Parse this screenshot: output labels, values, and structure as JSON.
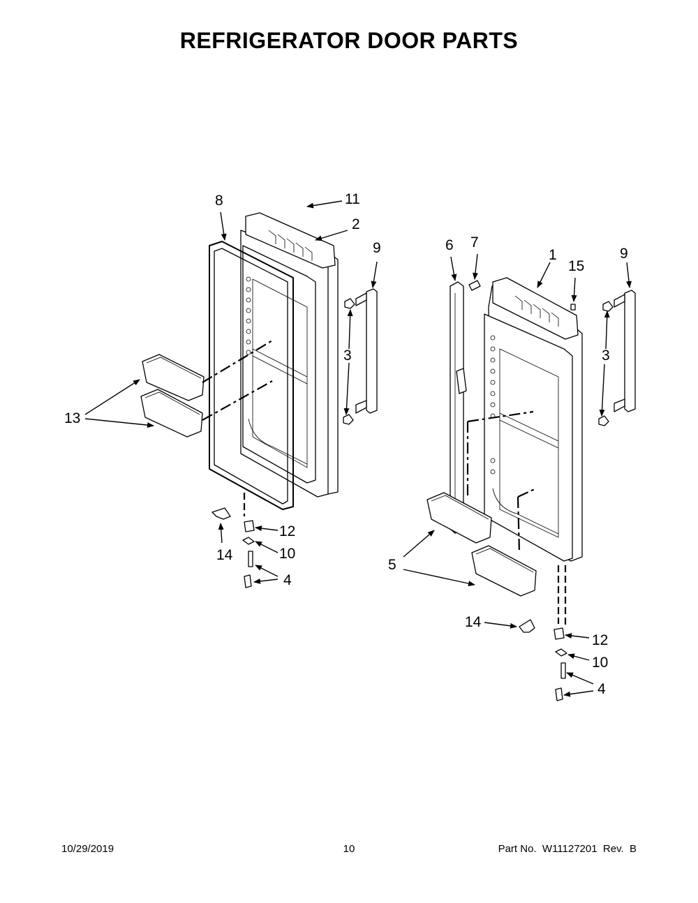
{
  "page": {
    "title": "REFRIGERATOR DOOR PARTS",
    "footer_date": "10/29/2019",
    "footer_page": "10",
    "footer_part": "Part No.  W11127201  Rev.  B"
  },
  "callouts": [
    {
      "id": "c8",
      "label": "8"
    },
    {
      "id": "c11",
      "label": "11"
    },
    {
      "id": "c2",
      "label": "2"
    },
    {
      "id": "c9L",
      "label": "9"
    },
    {
      "id": "c3L",
      "label": "3"
    },
    {
      "id": "c13",
      "label": "13"
    },
    {
      "id": "c12L",
      "label": "12"
    },
    {
      "id": "c14L",
      "label": "14"
    },
    {
      "id": "c10L",
      "label": "10"
    },
    {
      "id": "c4L",
      "label": "4"
    },
    {
      "id": "c6",
      "label": "6"
    },
    {
      "id": "c7",
      "label": "7"
    },
    {
      "id": "c1",
      "label": "1"
    },
    {
      "id": "c15",
      "label": "15"
    },
    {
      "id": "c9R",
      "label": "9"
    },
    {
      "id": "c3R",
      "label": "3"
    },
    {
      "id": "c5",
      "label": "5"
    },
    {
      "id": "c14R",
      "label": "14"
    },
    {
      "id": "c12R",
      "label": "12"
    },
    {
      "id": "c10R",
      "label": "10"
    },
    {
      "id": "c4R",
      "label": "4"
    }
  ]
}
